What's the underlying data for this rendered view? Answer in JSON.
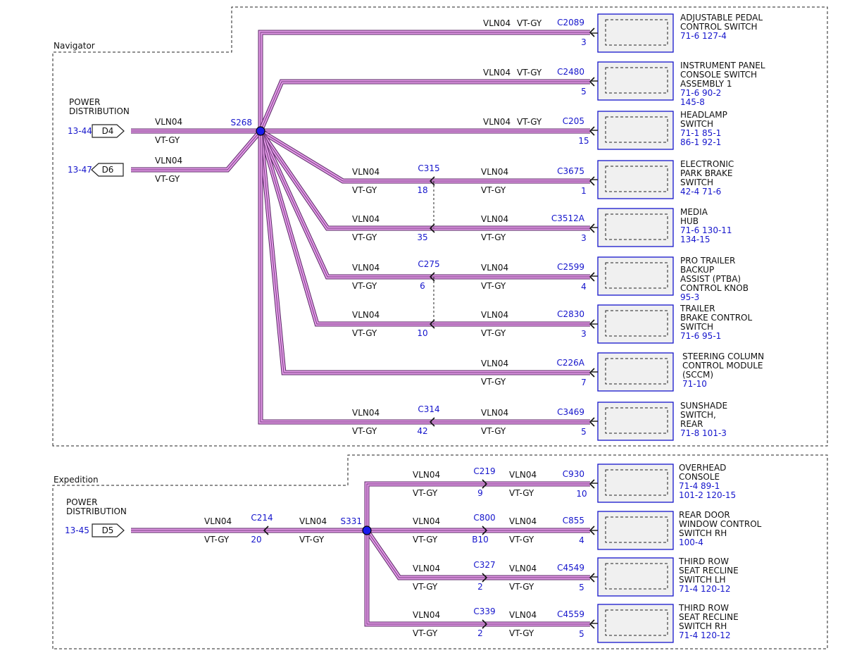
{
  "navigator": {
    "region_label": "Navigator",
    "power": {
      "title_lines": [
        "POWER",
        "DISTRIBUTION"
      ],
      "feeds": [
        {
          "ref": "13-44",
          "pin": "D4",
          "wire": "VLN04",
          "color": "VT-GY"
        },
        {
          "ref": "13-47",
          "pin": "D6",
          "wire": "VLN04",
          "color": "VT-GY"
        }
      ]
    },
    "splice": "S268",
    "branches": [
      {
        "inline": null,
        "wire": "VLN04",
        "color": "VT-GY",
        "connector": "C2089",
        "pin": "3",
        "component": [
          "ADJUSTABLE PEDAL",
          "CONTROL SWITCH"
        ],
        "refs": [
          "71-6   127-4"
        ]
      },
      {
        "inline": null,
        "wire": "VLN04",
        "color": "VT-GY",
        "connector": "C2480",
        "pin": "5",
        "component": [
          "INSTRUMENT PANEL",
          "CONSOLE SWITCH",
          "ASSEMBLY 1"
        ],
        "refs": [
          "71-6   90-2",
          "145-8"
        ]
      },
      {
        "inline": null,
        "wire": "VLN04",
        "color": "VT-GY",
        "connector": "C205",
        "pin": "15",
        "component": [
          "HEADLAMP",
          "SWITCH"
        ],
        "refs": [
          "71-1   85-1",
          "86-1   92-1"
        ]
      },
      {
        "inline": {
          "connector": "C315",
          "pin": "18"
        },
        "wire": "VLN04",
        "color": "VT-GY",
        "connector": "C3675",
        "pin": "1",
        "component": [
          "ELECTRONIC",
          "PARK BRAKE",
          "SWITCH"
        ],
        "refs": [
          "42-4   71-6"
        ]
      },
      {
        "inline": {
          "connector": "",
          "pin": "35"
        },
        "wire": "VLN04",
        "color": "VT-GY",
        "connector": "C3512A",
        "pin": "3",
        "component": [
          "MEDIA",
          "HUB"
        ],
        "refs": [
          "71-6   130-11",
          "134-15"
        ]
      },
      {
        "inline": {
          "connector": "C275",
          "pin": "6"
        },
        "wire": "VLN04",
        "color": "VT-GY",
        "connector": "C2599",
        "pin": "4",
        "component": [
          "PRO TRAILER",
          "BACKUP",
          "ASSIST (PTBA)",
          "CONTROL KNOB"
        ],
        "refs": [
          "95-3"
        ]
      },
      {
        "inline": {
          "connector": "",
          "pin": "10"
        },
        "wire": "VLN04",
        "color": "VT-GY",
        "connector": "C2830",
        "pin": "3",
        "component": [
          "TRAILER",
          "BRAKE CONTROL",
          "SWITCH"
        ],
        "refs": [
          "71-6   95-1"
        ]
      },
      {
        "inline": null,
        "wire": "VLN04",
        "color": "VT-GY",
        "connector": "C226A",
        "pin": "7",
        "component": [
          "STEERING COLUMN",
          "CONTROL MODULE",
          "(SCCM)"
        ],
        "refs": [
          "71-10"
        ]
      },
      {
        "inline": {
          "connector": "C314",
          "pin": "42"
        },
        "wire": "VLN04",
        "color": "VT-GY",
        "connector": "C3469",
        "pin": "5",
        "component": [
          "SUNSHADE",
          "SWITCH,",
          "REAR"
        ],
        "refs": [
          "71-8   101-3"
        ]
      }
    ]
  },
  "expedition": {
    "region_label": "Expedition",
    "power": {
      "title_lines": [
        "POWER",
        "DISTRIBUTION"
      ],
      "feed": {
        "ref": "13-45",
        "pin": "D5",
        "wire": "VLN04",
        "color": "VT-GY",
        "inline": {
          "connector": "C214",
          "pin": "20"
        },
        "wire2": "VLN04",
        "color2": "VT-GY"
      }
    },
    "splice": "S331",
    "branches": [
      {
        "inline": {
          "connector": "C219",
          "pin": "9"
        },
        "wire": "VLN04",
        "color": "VT-GY",
        "connector": "C930",
        "pin": "10",
        "component": [
          "OVERHEAD",
          "CONSOLE"
        ],
        "refs": [
          "71-4   89-1",
          "101-2   120-15"
        ]
      },
      {
        "inline": {
          "connector": "C800",
          "pin": "B10"
        },
        "wire": "VLN04",
        "color": "VT-GY",
        "connector": "C855",
        "pin": "4",
        "component": [
          "REAR DOOR",
          "WINDOW CONTROL",
          "SWITCH RH"
        ],
        "refs": [
          "100-4"
        ]
      },
      {
        "inline": {
          "connector": "C327",
          "pin": "2"
        },
        "wire": "VLN04",
        "color": "VT-GY",
        "connector": "C4549",
        "pin": "5",
        "component": [
          "THIRD ROW",
          "SEAT RECLINE",
          "SWITCH LH"
        ],
        "refs": [
          "71-4   120-12"
        ]
      },
      {
        "inline": {
          "connector": "C339",
          "pin": "2"
        },
        "wire": "VLN04",
        "color": "VT-GY",
        "connector": "C4559",
        "pin": "5",
        "component": [
          "THIRD ROW",
          "SEAT RECLINE",
          "SWITCH RH"
        ],
        "refs": [
          "71-4   120-12"
        ]
      }
    ]
  }
}
